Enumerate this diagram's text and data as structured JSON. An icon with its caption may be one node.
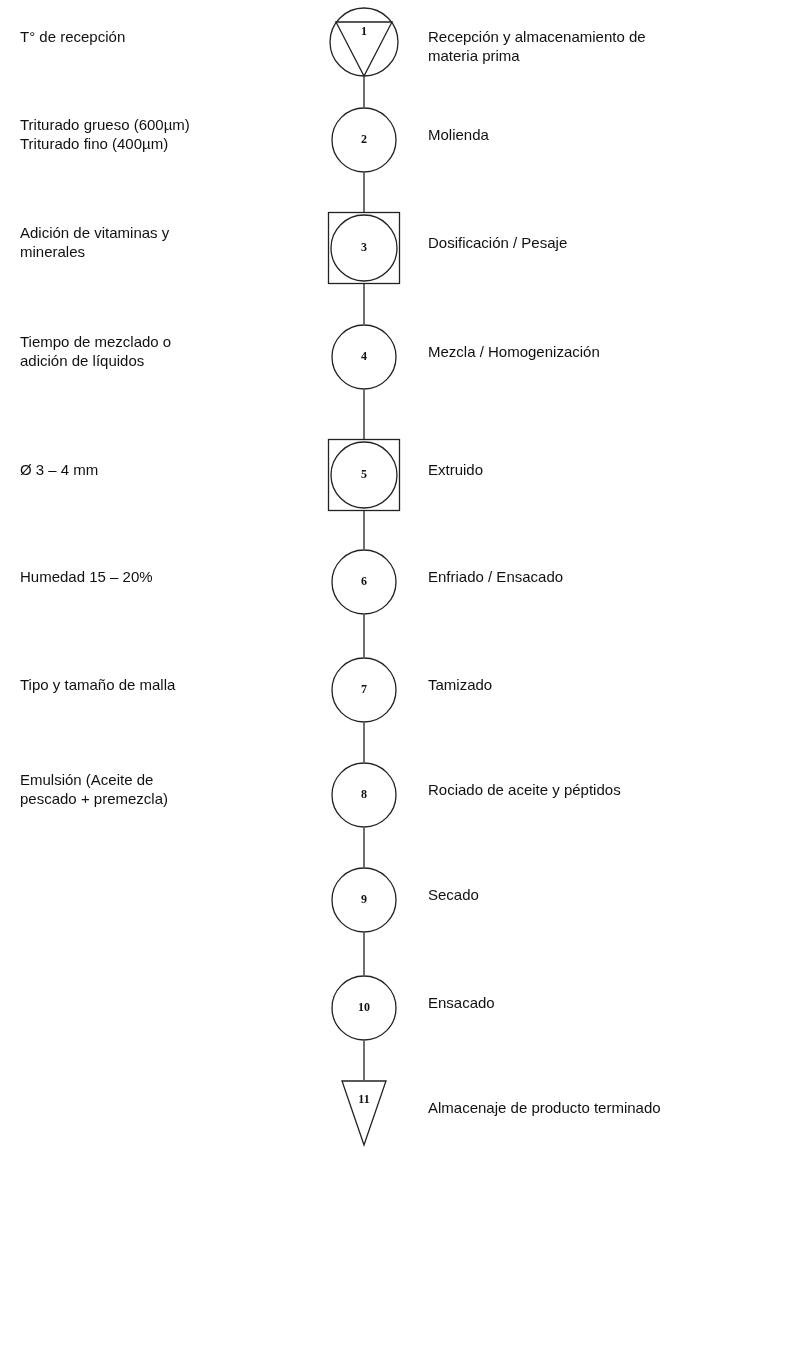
{
  "diagram": {
    "nodes": [
      {
        "text": [
          "1"
        ],
        "beside": [
          "Recepción y almacenamiento de materia prima"
        ]
      },
      {
        "text": [
          "2"
        ],
        "beside": [
          "Molienda"
        ]
      },
      {
        "text": [
          "3"
        ],
        "beside": [
          "Dosificación / Pesaje"
        ]
      },
      {
        "text": [
          "4"
        ],
        "beside": [
          "Mezcla / Homogenización"
        ]
      },
      {
        "text": [
          "5"
        ],
        "beside": [
          "Extruido"
        ]
      },
      {
        "text": [
          "6"
        ],
        "beside": [
          "Enfriado / Ensacado"
        ]
      },
      {
        "text": [
          "7"
        ],
        "beside": [
          "Tamizado"
        ]
      },
      {
        "text": [
          "8"
        ],
        "beside": [
          "Rociado de aceite y péptidos"
        ]
      },
      {
        "text": [
          "9"
        ],
        "beside": [
          "Secado"
        ]
      },
      {
        "text": [
          "10"
        ],
        "beside": [
          "Ensacado"
        ]
      },
      {
        "text": [
          "11"
        ],
        "beside": [
          "Almacenaje de producto terminado"
        ]
      }
    ],
    "edges": [
      {
        "from": 0,
        "to": 1,
        "arrow": "none"
      },
      {
        "from": 1,
        "to": 2,
        "arrow": "none"
      },
      {
        "from": 2,
        "to": 3,
        "arrow": "none"
      },
      {
        "from": 3,
        "to": 4,
        "arrow": "none"
      },
      {
        "from": 4,
        "to": 5,
        "arrow": "none"
      },
      {
        "from": 5,
        "to": 6,
        "arrow": "none"
      },
      {
        "from": 6,
        "to": 7,
        "arrow": "none"
      },
      {
        "from": 7,
        "to": 8,
        "arrow": "none"
      },
      {
        "from": 8,
        "to": 9,
        "arrow": "none"
      },
      {
        "from": 9,
        "to": 10,
        "arrow": "none"
      }
    ],
    "labels": [
      "T° de recepción",
      "Triturado grueso (600µm) Triturado fino (400µm)",
      "Adición de vitaminas y minerales",
      "Tiempo de mezclado o adición de líquidos",
      "Ø 3 – 4 mm",
      "Humedad 15 – 20%",
      "Tipo y tamaño de malla",
      "Emulsión (Aceite de pescado + premezcla)"
    ]
  }
}
